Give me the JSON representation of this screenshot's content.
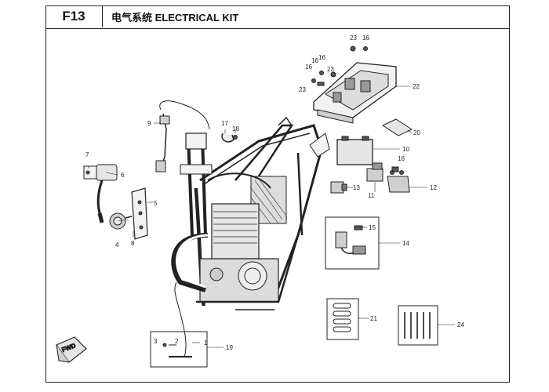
{
  "header": {
    "code": "F13",
    "title": "电气系统 ELECTRICAL KIT"
  },
  "callouts": {
    "c1": "1",
    "c2": "2",
    "c3": "3",
    "c4": "4",
    "c5": "5",
    "c6": "6",
    "c7": "7",
    "c8": "8",
    "c9": "9",
    "c10": "10",
    "c11": "11",
    "c12": "12",
    "c13": "13",
    "c14": "14",
    "c15": "15",
    "c16a": "16",
    "c16b": "16",
    "c16c": "16",
    "c16d": "16",
    "c16e": "16",
    "c17": "17",
    "c18": "18",
    "c19": "19",
    "c20": "20",
    "c21": "21",
    "c22": "22",
    "c23a": "23",
    "c23b": "23",
    "c23c": "23",
    "c24": "24"
  },
  "fwd_arrow_label": "FWD",
  "colors": {
    "line": "#222222",
    "fill_light": "#f2f2f2",
    "fill_mid": "#cfcfcf",
    "fill_dark": "#555555"
  }
}
